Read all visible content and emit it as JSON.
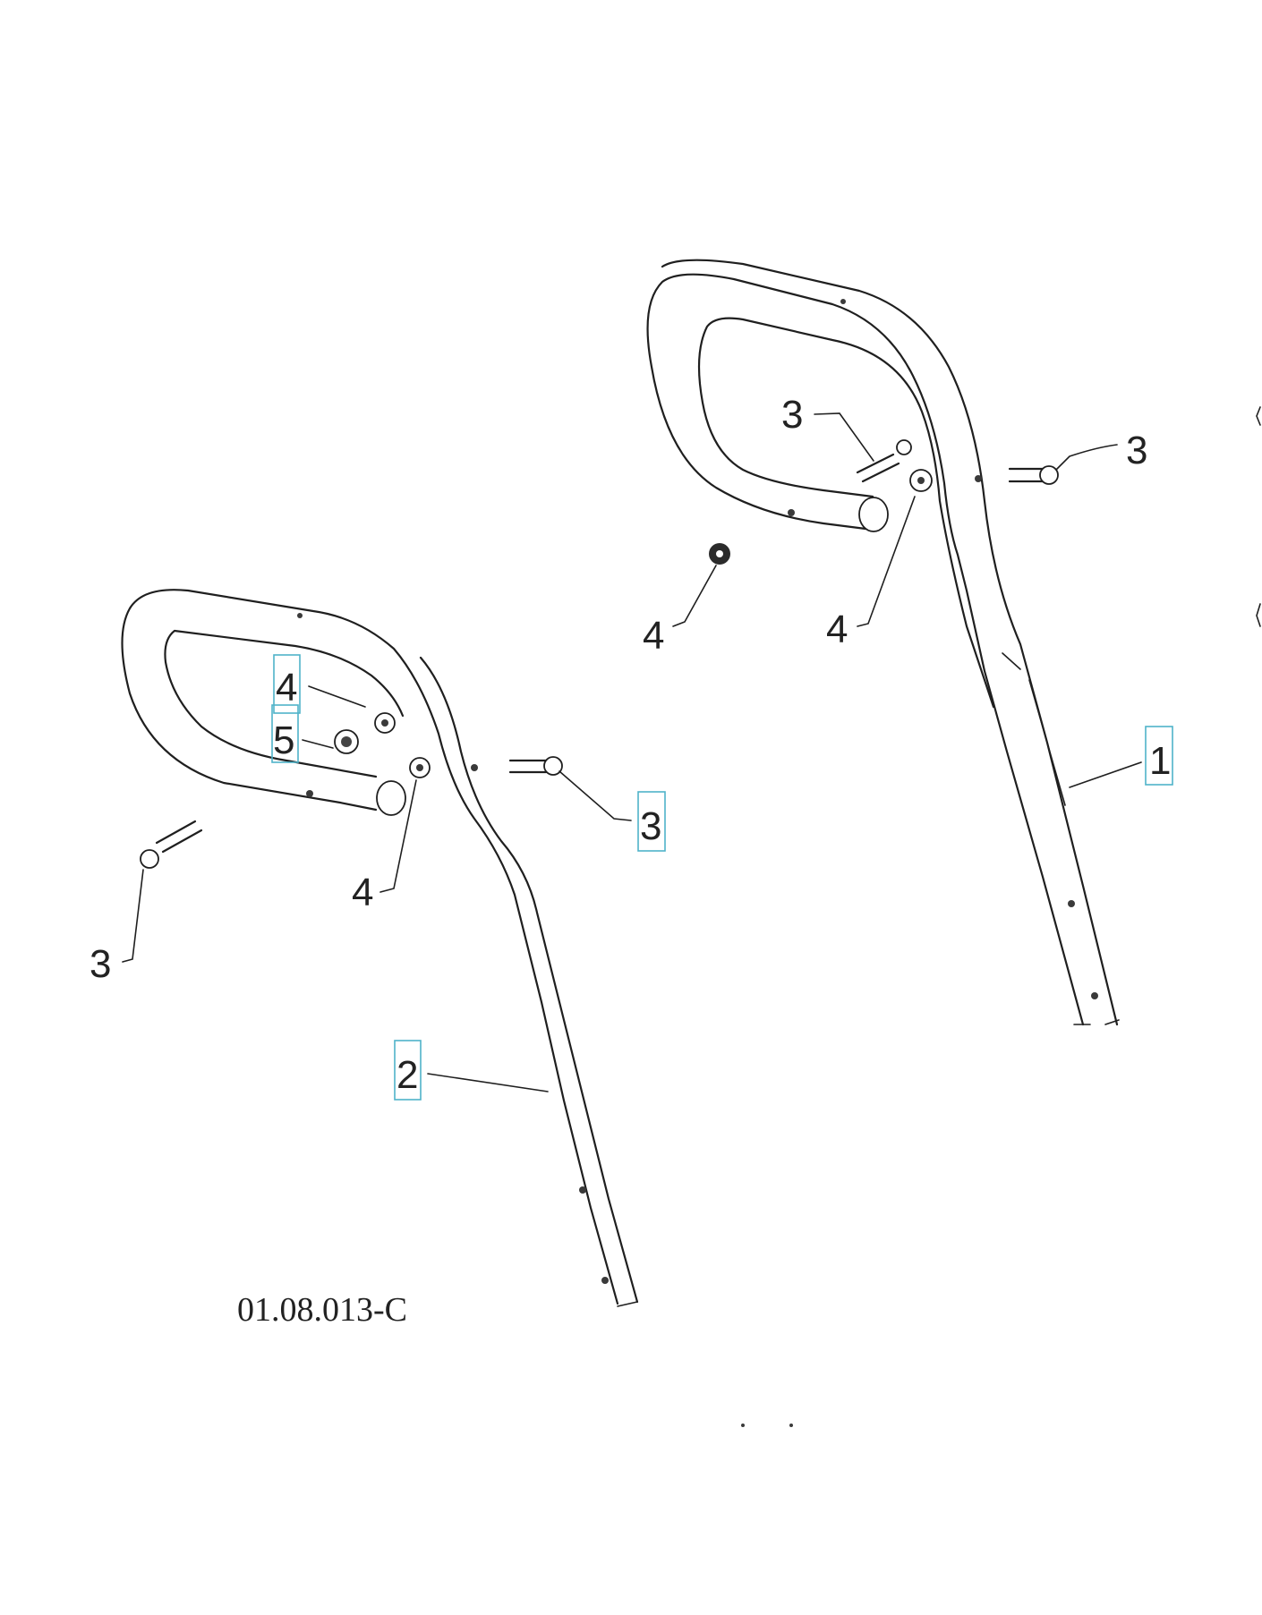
{
  "figure_code": "01.08.013-C",
  "callouts": {
    "right_upper_3": "3",
    "right_side_3": "3",
    "right_loose_4": "4",
    "right_washer_4": "4",
    "right_handle_1": "1",
    "left_washer_4": "4",
    "left_nut_5": "5",
    "left_side_3": "3",
    "left_mount_4": "4",
    "left_bolt_3": "3",
    "left_handle_2": "2"
  },
  "linked_callouts": [
    "1",
    "2",
    "3",
    "4",
    "5"
  ],
  "highlight_color": "#4fb3c9"
}
